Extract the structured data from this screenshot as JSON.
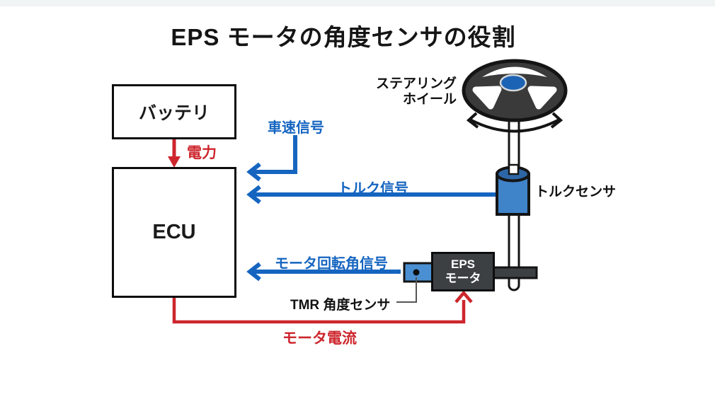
{
  "title": "EPS モータの角度センサの役割",
  "colors": {
    "blue": "#1565c0",
    "red": "#cd262d",
    "dark": "#3c4043",
    "wheel": "#3a3a3a",
    "sensor_blue": "#4a8fd2",
    "cylinder_blue": "#3f83c9",
    "cylinder_top_blue": "#2d66a6",
    "hub_blue": "#1c63b5"
  },
  "nodes": {
    "battery": "バッテリ",
    "ecu": "ECU",
    "eps_motor_line1": "EPS",
    "eps_motor_line2": "モータ"
  },
  "labels": {
    "power": "電力",
    "vehicle_speed": "車速信号",
    "torque_signal": "トルク信号",
    "motor_angle_signal": "モータ回転角信号",
    "motor_current": "モータ電流",
    "tmr_sensor": "TMR 角度センサ",
    "torque_sensor": "トルクセンサ",
    "steering_line1": "ステアリング",
    "steering_line2": "ホイール"
  }
}
